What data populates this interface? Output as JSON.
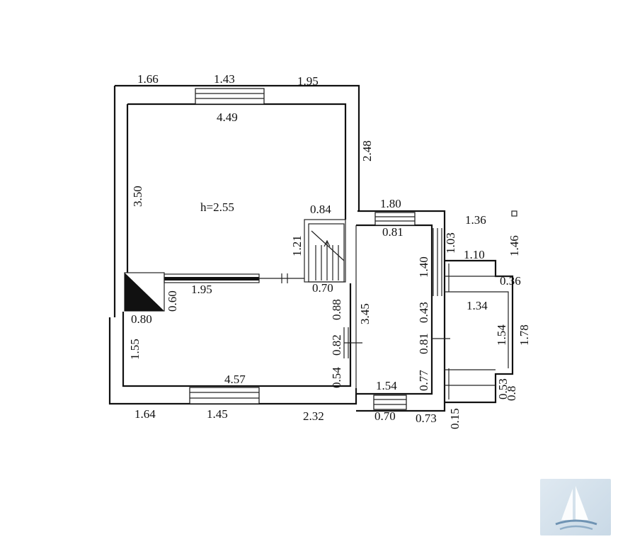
{
  "labels": {
    "top_1_66": "1.66",
    "top_1_43": "1.43",
    "top_1_95": "1.95",
    "room_width_4_49": "4.49",
    "right_2_48": "2.48",
    "left_3_50": "3.50",
    "room_height": "h=2.55",
    "stair_0_84": "0.84",
    "stair_1_21": "1.21",
    "wall_1_95": "1.95",
    "stair_0_70": "0.70",
    "corner_0_60": "0.60",
    "corner_0_80": "0.80",
    "door_0_88": "0.88",
    "mid_3_45": "3.45",
    "door_0_82": "0.82",
    "left_1_55": "1.55",
    "bottom_room_4_57": "4.57",
    "door_0_54": "0.54",
    "bottom_1_64": "1.64",
    "bottom_1_45": "1.45",
    "bottom_2_32": "2.32",
    "ext_1_80": "1.80",
    "ext_0_81_top": "0.81",
    "ext_1_03": "1.03",
    "ext_1_40": "1.40",
    "ext_0_43": "0.43",
    "ext_0_81_side": "0.81",
    "ext_0_77": "0.77",
    "ext_1_54_bottom": "1.54",
    "ext_0_70_bottom": "0.70",
    "ext_0_73": "0.73",
    "ext_0_15": "0.15",
    "porch_1_36": "1.36",
    "porch_1_46": "1.46",
    "porch_1_10": "1.10",
    "porch_0_36": "0.36",
    "porch_1_34": "1.34",
    "porch_1_54": "1.54",
    "porch_1_78": "1.78",
    "porch_0_53": "0.53",
    "porch_0_8": "0.8"
  },
  "colors": {
    "ink": "#111111",
    "watermark": "#c9d9e6"
  },
  "icons": {
    "watermark": "sailboat-logo-icon"
  }
}
